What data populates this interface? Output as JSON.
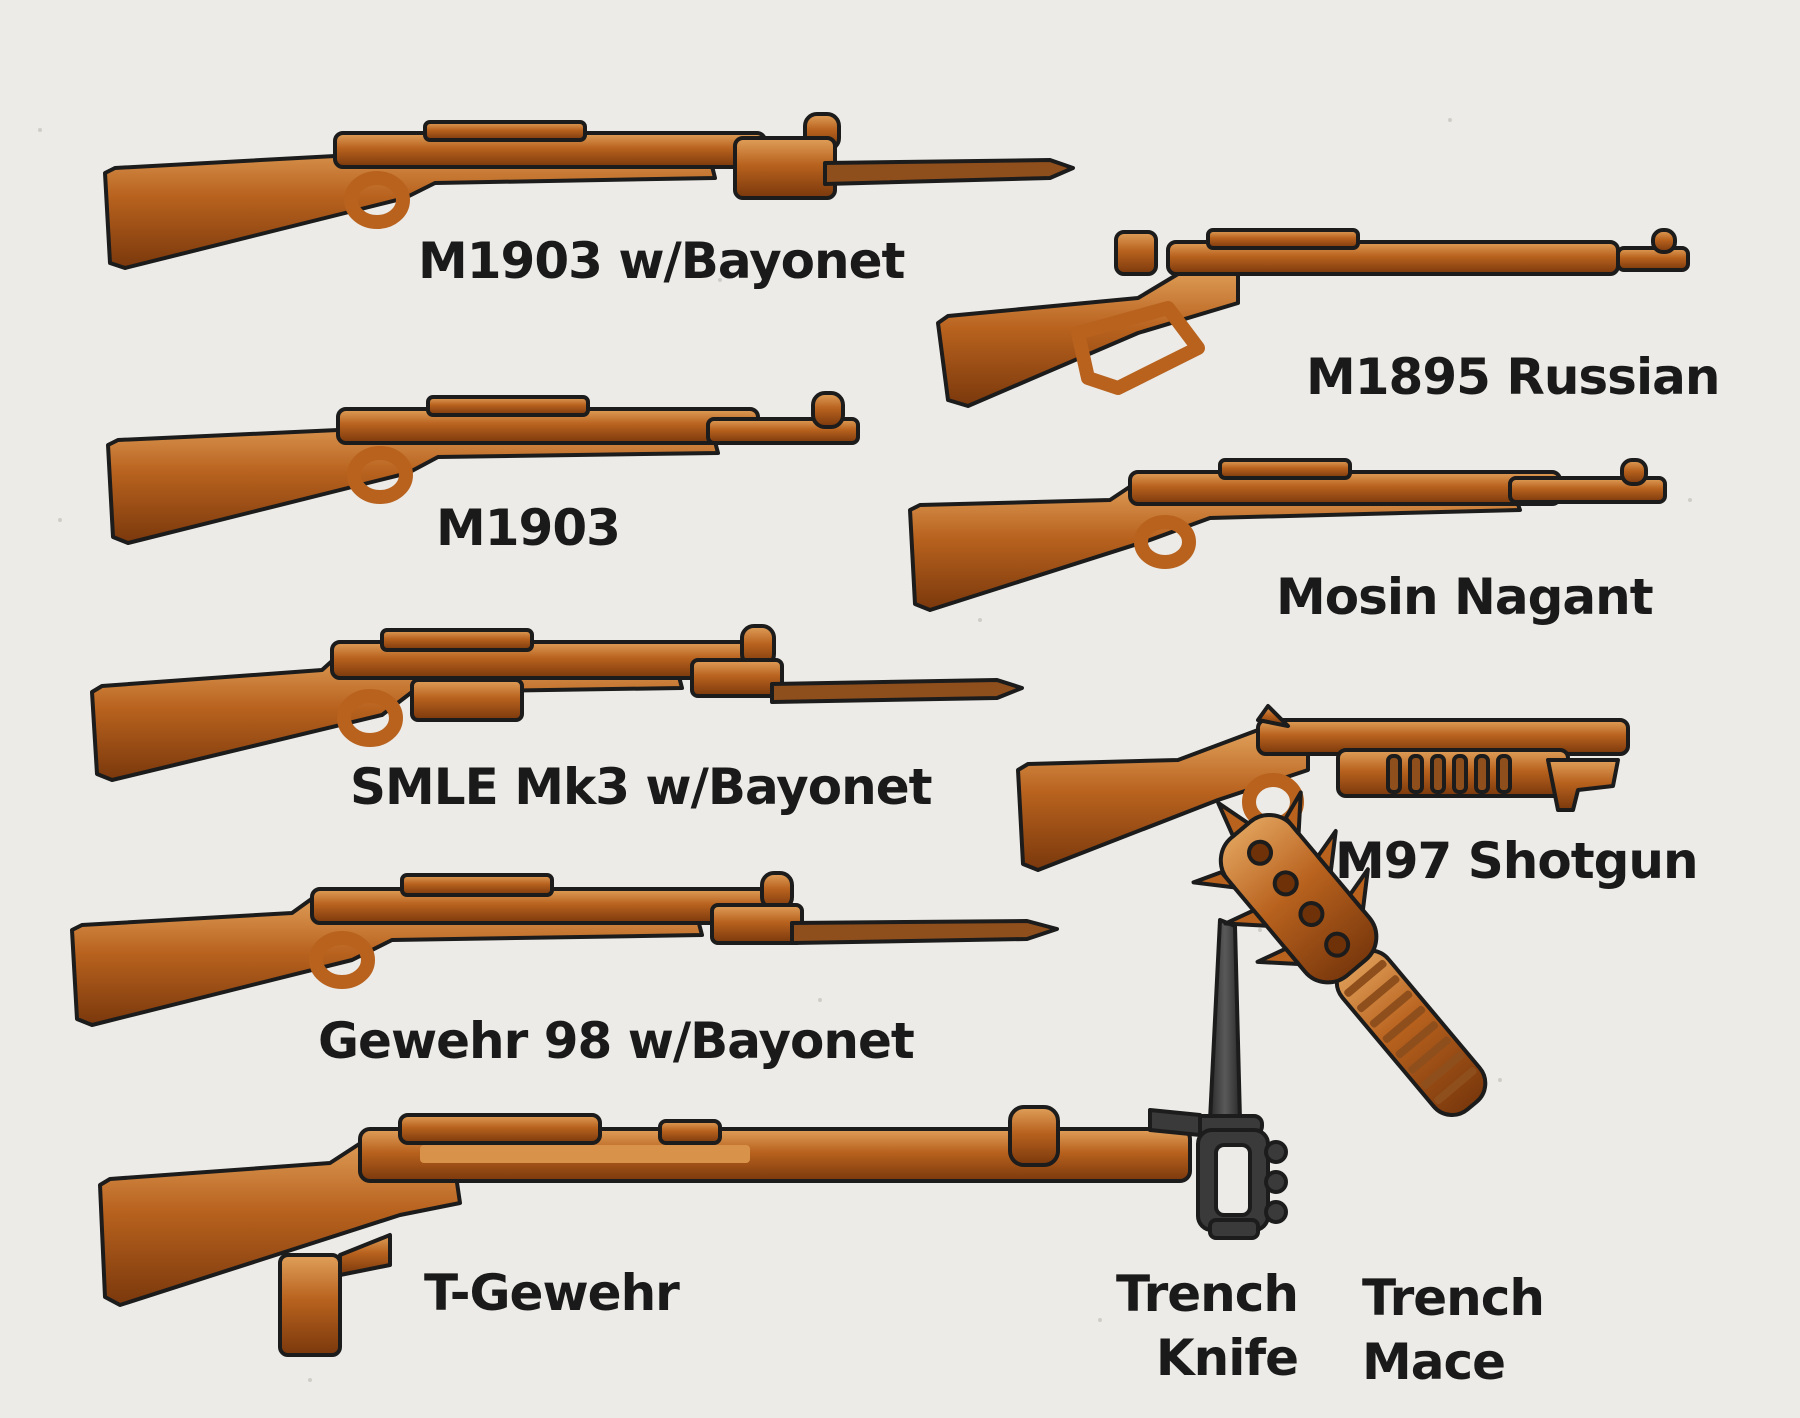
{
  "colors": {
    "background": "#ecebe7",
    "bronze": "#b8621e",
    "bronze_light": "#d9924a",
    "bronze_dark": "#6e3108",
    "knife_gray": "#4a4a4a",
    "outline": "#1c1c1c",
    "label": "#1a1a1a"
  },
  "weapons": [
    {
      "id": "m1903-bayonet",
      "label": "M1903 w/Bayonet"
    },
    {
      "id": "m1895-russian",
      "label": "M1895 Russian"
    },
    {
      "id": "m1903",
      "label": "M1903"
    },
    {
      "id": "mosin-nagant",
      "label": "Mosin Nagant"
    },
    {
      "id": "smle-bayonet",
      "label": "SMLE Mk3 w/Bayonet"
    },
    {
      "id": "m97-shotgun",
      "label": "M97 Shotgun"
    },
    {
      "id": "gewehr-98-bayonet",
      "label": "Gewehr 98 w/Bayonet"
    },
    {
      "id": "t-gewehr",
      "label": "T-Gewehr"
    },
    {
      "id": "trench-knife",
      "label_lines": [
        "Trench",
        "Knife"
      ]
    },
    {
      "id": "trench-mace",
      "label_lines": [
        "Trench",
        "Mace"
      ]
    }
  ]
}
